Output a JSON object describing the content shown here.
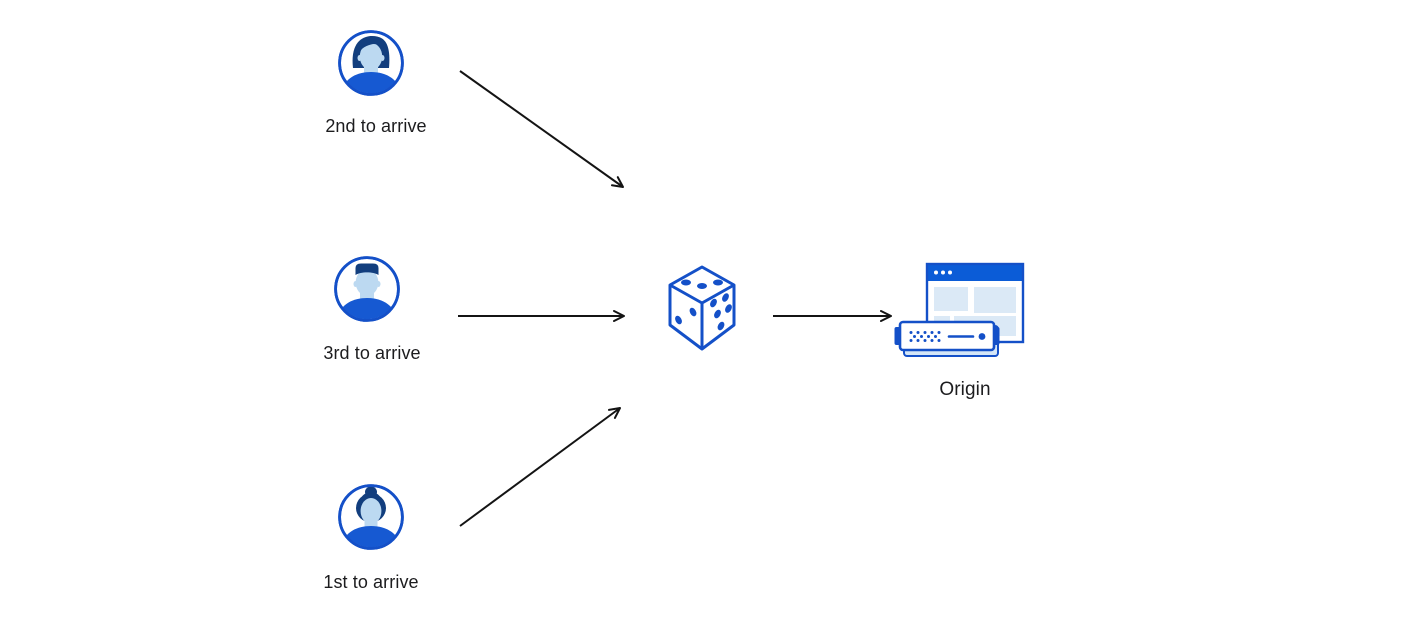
{
  "nodes": {
    "visitor_second": {
      "label": "2nd to arrive",
      "icon": "user-avatar-man-icon"
    },
    "visitor_third": {
      "label": "3rd to arrive",
      "icon": "user-avatar-man-icon"
    },
    "visitor_first": {
      "label": "1st to arrive",
      "icon": "user-avatar-woman-icon"
    },
    "dice": {
      "icon": "dice-icon"
    },
    "origin": {
      "label": "Origin",
      "icon": "origin-server-browser-icon"
    }
  },
  "edges": [
    {
      "from": "visitor_second",
      "to": "dice",
      "direction": "down-right"
    },
    {
      "from": "visitor_third",
      "to": "dice",
      "direction": "right"
    },
    {
      "from": "visitor_first",
      "to": "dice",
      "direction": "up-right"
    },
    {
      "from": "dice",
      "to": "origin",
      "direction": "right"
    }
  ],
  "colors": {
    "outline_blue": "#1450c8",
    "shirt_blue": "#1659d2",
    "hair_dark_blue": "#123e7e",
    "face_light_blue": "#bcd9f1",
    "titlebar_blue": "#0b5cd7",
    "panel_light_blue": "#dbe9f6",
    "server_shadow_blue": "#d4e6f7",
    "arrow_black": "#141414",
    "label_text": "#1c1c1e",
    "background": "#ffffff"
  }
}
